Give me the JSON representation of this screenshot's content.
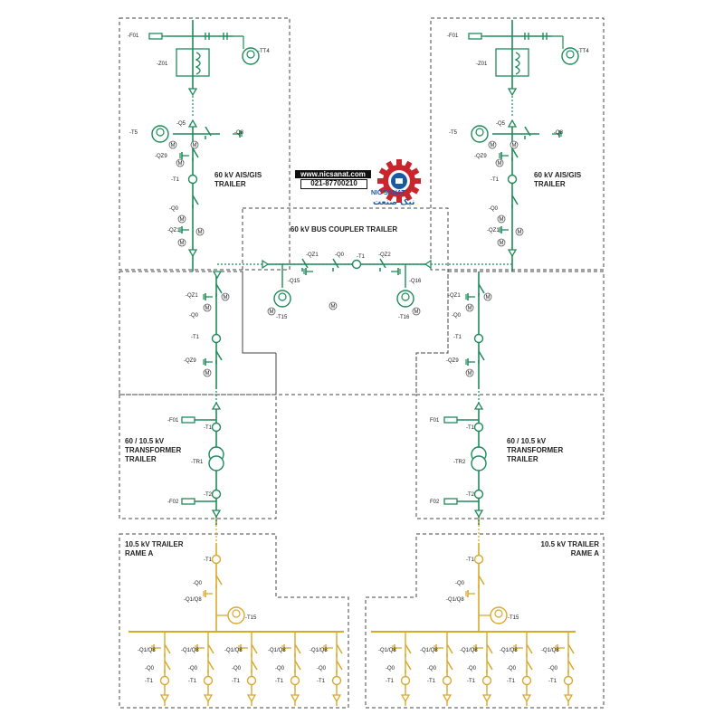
{
  "titles": {
    "ais_left": [
      "60 kV AIS/GIS",
      "TRAILER"
    ],
    "ais_right": [
      "60 kV AIS/GIS",
      "TRAILER"
    ],
    "bus_coupler": "60 kV BUS COUPLER TRAILER",
    "tr_left": [
      "60 / 10.5 kV",
      "TRANSFORMER",
      "TRAILER"
    ],
    "tr_right": [
      "60 / 10.5 kV",
      "TRANSFORMER",
      "TRAILER"
    ],
    "mv_left": [
      "10.5 kV TRAILER",
      "RAME A"
    ],
    "mv_right": [
      "10.5 kV TRAILER",
      "RAME A"
    ]
  },
  "labels": {
    "ais": [
      "-F01",
      "-TT4",
      "-Z01",
      "-T5",
      "-Q5",
      "-Q8",
      "-QZ9",
      "-T1",
      "-Q0",
      "-QZ1"
    ],
    "bus": [
      "-QZ1",
      "-Q0",
      "-T1",
      "-QZ2",
      "-Q15",
      "-Q16",
      "-T15",
      "-T16"
    ],
    "mid": [
      "-QZ1",
      "-Q0",
      "-T1",
      "-QZ9"
    ],
    "tr_left": [
      "-F01",
      "-T1",
      "-TR1",
      "-T2",
      "-F02"
    ],
    "tr_right": [
      "F01",
      "-T1",
      "-TR2",
      "-T2",
      "F02"
    ],
    "mv": [
      "-T1",
      "-Q0",
      "-Q1/Q8",
      "-T15"
    ],
    "mv_feeder": [
      "-Q1/Q8",
      "-Q0",
      "-T1"
    ],
    "motor": "M"
  },
  "logo": {
    "url": "www.nicsanat.com",
    "phone": "021-87700210",
    "brand": "NIC SANAT",
    "persian": "نیک صنعت"
  },
  "colors": {
    "hv": "#1e8a5a",
    "mv": "#d9a92e",
    "frame": "#444444",
    "gear": "#c8262c",
    "gear_inner": "#1a5aa5"
  }
}
